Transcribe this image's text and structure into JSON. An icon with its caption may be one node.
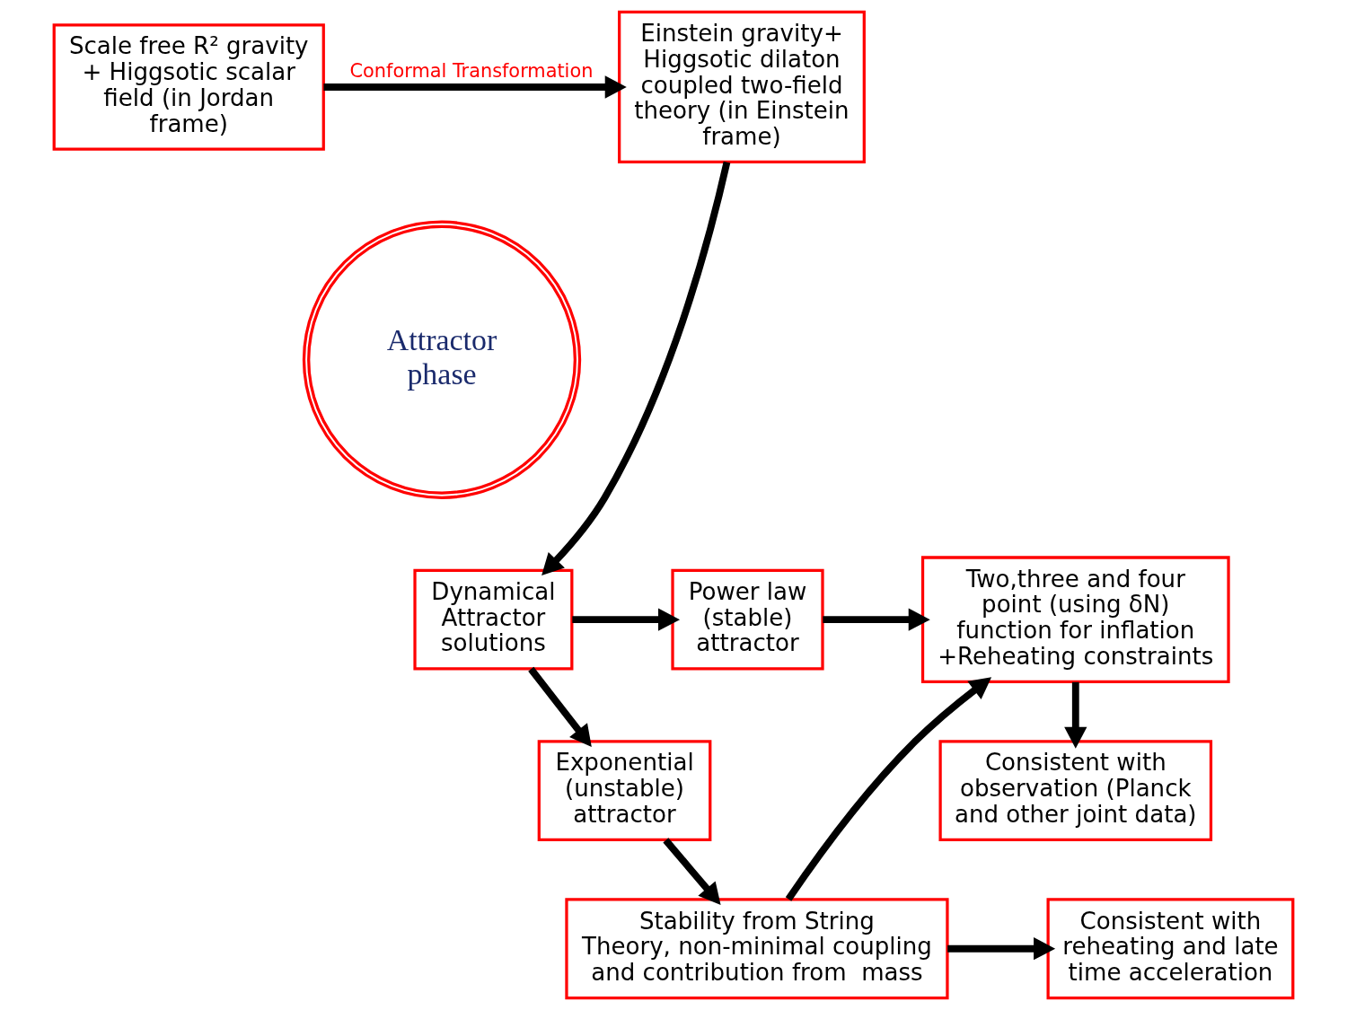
{
  "diagram": {
    "nodes": [
      {
        "text": [
          "Scale free R² gravity + Higgsotic scalar field (in Jordan frame)"
        ]
      },
      {
        "text": [
          "Einstein gravity+ Higgsotic dilaton coupled two-field theory (in Einstein frame)"
        ]
      },
      {
        "text": [
          "Attractor phase"
        ]
      },
      {
        "text": [
          "Two,three and four point (using δN) function for inflation +Reheating constraints"
        ]
      },
      {
        "text": [
          "Dynamical Attractor solutions"
        ]
      },
      {
        "text": [
          "Power law (stable) attractor"
        ]
      },
      {
        "text": [
          "Consistent with observation (Planck and other joint data)"
        ]
      },
      {
        "text": [
          "Exponential (unstable) attractor"
        ]
      },
      {
        "text": [
          "Stability from String Theory, non-minimal coupling and contribution from  mass"
        ]
      },
      {
        "text": [
          "Consistent with reheating and late time acceleration"
        ]
      }
    ],
    "edges": [
      {
        "from": 0,
        "to": 1,
        "arrow": "to",
        "label": "Conformal Transformation"
      },
      {
        "from": 1,
        "to": 4,
        "arrow": "to"
      },
      {
        "from": 4,
        "to": 5,
        "arrow": "to"
      },
      {
        "from": 5,
        "to": 3,
        "arrow": "to"
      },
      {
        "from": 3,
        "to": 6,
        "arrow": "to"
      },
      {
        "from": 4,
        "to": 7,
        "arrow": "to"
      },
      {
        "from": 7,
        "to": 8,
        "arrow": "to"
      },
      {
        "from": 8,
        "to": 3,
        "arrow": "to"
      },
      {
        "from": 8,
        "to": 9,
        "arrow": "to"
      }
    ]
  }
}
